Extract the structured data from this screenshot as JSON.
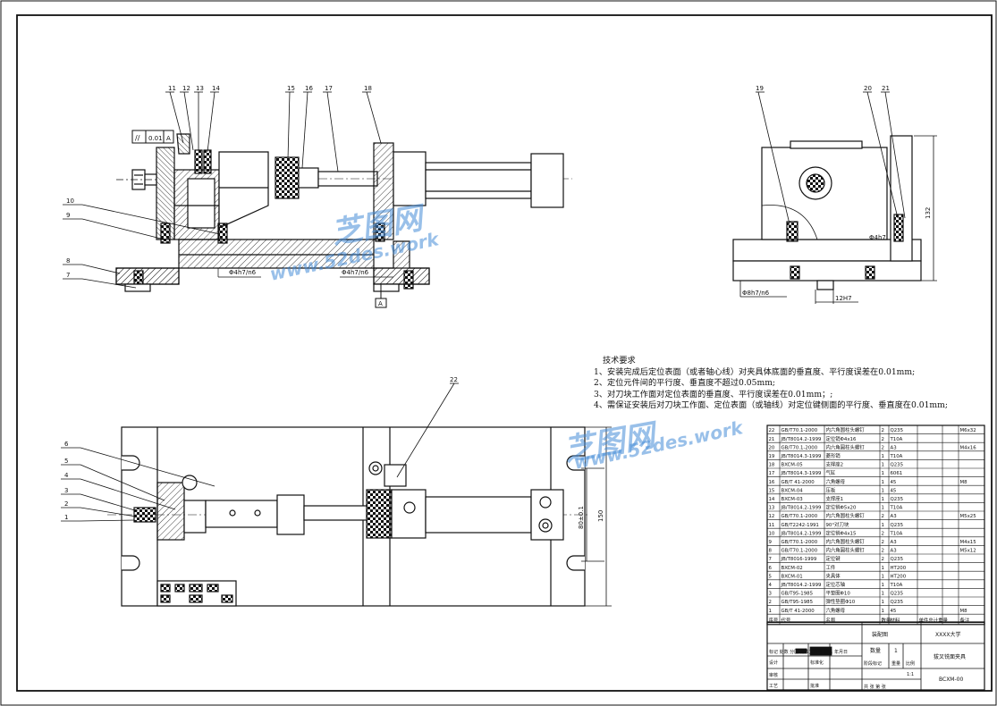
{
  "drawing": {
    "balloons_top": [
      "11",
      "12",
      "13",
      "14",
      "15",
      "16",
      "17",
      "18"
    ],
    "balloons_side": [
      "19",
      "20",
      "21"
    ],
    "balloons_left_top": [
      "10",
      "9",
      "8",
      "7"
    ],
    "balloons_left_bottom": [
      "6",
      "5",
      "4",
      "3",
      "2",
      "1"
    ],
    "balloon_bottom_view": "22",
    "tolerance_frame": {
      "symbol": "//",
      "value": "0.01",
      "datum": "A"
    },
    "datum_label": "A",
    "fit_labels": {
      "fit_a": "Φ4h7/n6",
      "fit_b": "Φ4h7/n6",
      "fit_side": "Φ4h7",
      "fit_side2": "Φ8h7/n6",
      "key_fit": "12H7"
    },
    "dim_132": "132",
    "dim_150": "150",
    "dim_80": "80±0.1"
  },
  "tech_requirements": {
    "heading": "技术要求",
    "items": [
      "1、安装完成后定位表面（或者轴心线）对夹具体底面的垂直度、平行度误差在0.01mm;",
      "2、定位元件间的平行度、垂直度不超过0.05mm;",
      "3、对刀块工作面对定位表面的垂直度、平行度误差在0.01mm；;",
      "4、需保证安装后对刀块工作面、定位表面（或轴线）对定位键侧面的平行度、垂直度在0.01mm;"
    ]
  },
  "watermark": {
    "brand": "芝图网",
    "url": "www.52des.work"
  },
  "bom": {
    "rows": [
      {
        "no": "22",
        "code": "GB/T70.1-2000",
        "name": "内六角圆柱头螺钉",
        "qty": "2",
        "mat": "Q235",
        "note": "M6x32"
      },
      {
        "no": "21",
        "code": "JB/T8014.2-1999",
        "name": "定位销Φ4x16",
        "qty": "2",
        "mat": "T10A",
        "note": ""
      },
      {
        "no": "20",
        "code": "GB/T70.1-2000",
        "name": "内六角圆柱头螺钉",
        "qty": "2",
        "mat": "A3",
        "note": "M4x16"
      },
      {
        "no": "19",
        "code": "JB/T8014.3-1999",
        "name": "菱形销",
        "qty": "1",
        "mat": "T10A",
        "note": ""
      },
      {
        "no": "18",
        "code": "BXCM-05",
        "name": "支撑座2",
        "qty": "1",
        "mat": "Q235",
        "note": ""
      },
      {
        "no": "17",
        "code": "JB/T8014.3-1999",
        "name": "气缸",
        "qty": "1",
        "mat": "6061",
        "note": ""
      },
      {
        "no": "16",
        "code": "GB/T 41-2000",
        "name": "六角螺母",
        "qty": "1",
        "mat": "45",
        "note": "M8"
      },
      {
        "no": "15",
        "code": "BXCM-04",
        "name": "压板",
        "qty": "1",
        "mat": "45",
        "note": ""
      },
      {
        "no": "14",
        "code": "BXCM-03",
        "name": "支撑座1",
        "qty": "1",
        "mat": "Q235",
        "note": ""
      },
      {
        "no": "13",
        "code": "JB/T8014.2-1999",
        "name": "定位销Φ5x20",
        "qty": "1",
        "mat": "T10A",
        "note": ""
      },
      {
        "no": "12",
        "code": "GB/T70.1-2000",
        "name": "内六角圆柱头螺钉",
        "qty": "2",
        "mat": "A3",
        "note": "M5x25"
      },
      {
        "no": "11",
        "code": "GB/T2242-1991",
        "name": "90°对刀块",
        "qty": "1",
        "mat": "Q235",
        "note": ""
      },
      {
        "no": "10",
        "code": "JB/T8014.2-1999",
        "name": "定位销Φ4x15",
        "qty": "2",
        "mat": "T10A",
        "note": ""
      },
      {
        "no": "9",
        "code": "GB/T70.1-2000",
        "name": "内六角圆柱头螺钉",
        "qty": "2",
        "mat": "A3",
        "note": "M4x15"
      },
      {
        "no": "8",
        "code": "GB/T70.1-2000",
        "name": "内六角圆柱头螺钉",
        "qty": "2",
        "mat": "A3",
        "note": "M5x12"
      },
      {
        "no": "7",
        "code": "JB/T8016-1999",
        "name": "定位键",
        "qty": "2",
        "mat": "Q235",
        "note": ""
      },
      {
        "no": "6",
        "code": "BXCM-02",
        "name": "工件",
        "qty": "1",
        "mat": "HT200",
        "note": ""
      },
      {
        "no": "5",
        "code": "BXCM-01",
        "name": "夹具体",
        "qty": "1",
        "mat": "HT200",
        "note": ""
      },
      {
        "no": "4",
        "code": "JB/T8014.2-1999",
        "name": "定位芯轴",
        "qty": "1",
        "mat": "T10A",
        "note": ""
      },
      {
        "no": "3",
        "code": "GB/T95-1985",
        "name": "平垫圈Φ10",
        "qty": "1",
        "mat": "Q235",
        "note": ""
      },
      {
        "no": "2",
        "code": "GB/T95-1985",
        "name": "弹性垫圈Φ10",
        "qty": "1",
        "mat": "Q235",
        "note": ""
      },
      {
        "no": "1",
        "code": "GB/T 41-2000",
        "name": "六角螺母",
        "qty": "1",
        "mat": "45",
        "note": "M8"
      }
    ],
    "header": {
      "no": "序号",
      "code": "代号",
      "name": "名称",
      "qty": "数量",
      "mat": "材料",
      "weight": "单件总计重量",
      "note": "备注"
    }
  },
  "title_block": {
    "drawing_type": "装配图",
    "school": "XXXX大学",
    "title": "拔叉铣面夹具",
    "drawing_no": "BCXM-00",
    "scale": "1:1",
    "quantity_label": "数量",
    "quantity": "1",
    "weight_label": "重量",
    "scale_label": "比例",
    "stage_label": "阶段标记",
    "sheets": "共   张   第   张",
    "design": "设计",
    "check": "审核",
    "craft": "工艺",
    "approve": "批准",
    "mark_labels": "标记 处数 分区 更改文件号 签名 年月日",
    "std": "标准化"
  }
}
